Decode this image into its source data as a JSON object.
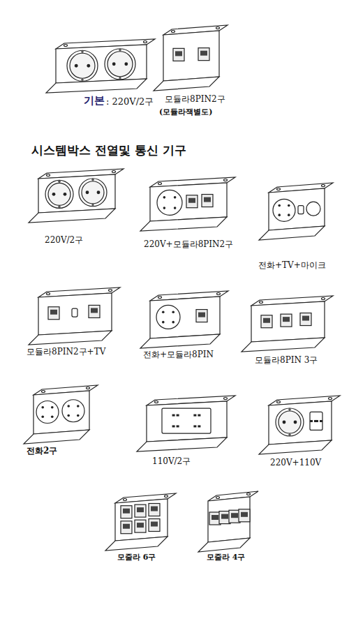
{
  "diagram": {
    "title": "시스템박스 전열및 통신 기구",
    "labels": [
      "기본",
      ": 220V/2구",
      "모듈라8PIN2구",
      "(모듈라잭별도)",
      "220V/2구",
      "220V+모듈라8PIN2구",
      "전화+TV+마이크",
      "모듈라8PIN2구+TV",
      "전화+모듈라8PIN",
      "모듈라8PIN 3구",
      "전화2구",
      "110V/2구",
      "220V+110V",
      "모줄라 6구",
      "모줄라 4구"
    ]
  }
}
